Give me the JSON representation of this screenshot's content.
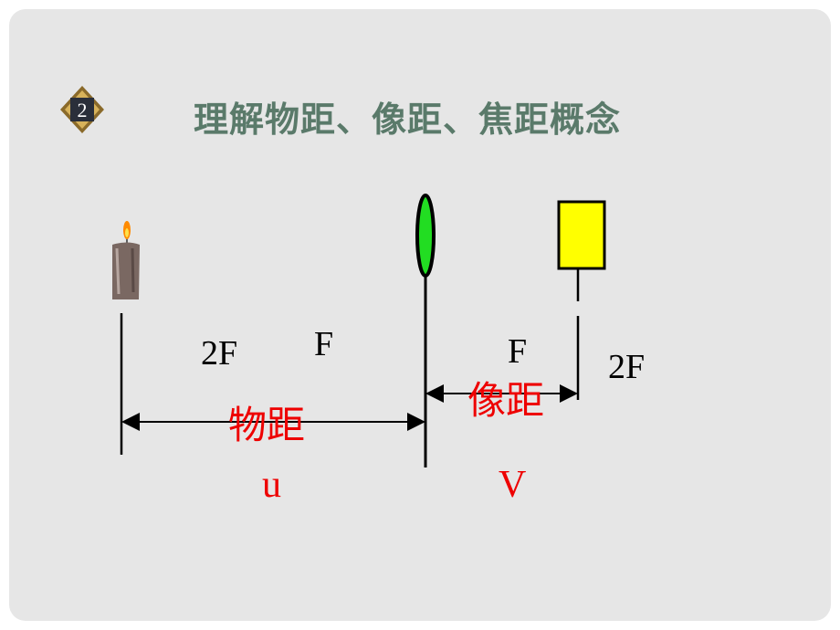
{
  "header": {
    "badge_number": "2",
    "title": "理解物距、像距、焦距概念"
  },
  "labels": {
    "left_2f": "2F",
    "left_f": "F",
    "right_f": "F",
    "right_2f": "2F"
  },
  "distances": {
    "object_distance": "物距",
    "object_symbol": "u",
    "image_distance": "像距",
    "image_symbol": "V"
  },
  "colors": {
    "background": "#e6e6e6",
    "title": "#5a7a6a",
    "lens": "#22dd22",
    "screen": "#ffff00",
    "distance_text": "#ee0000"
  }
}
